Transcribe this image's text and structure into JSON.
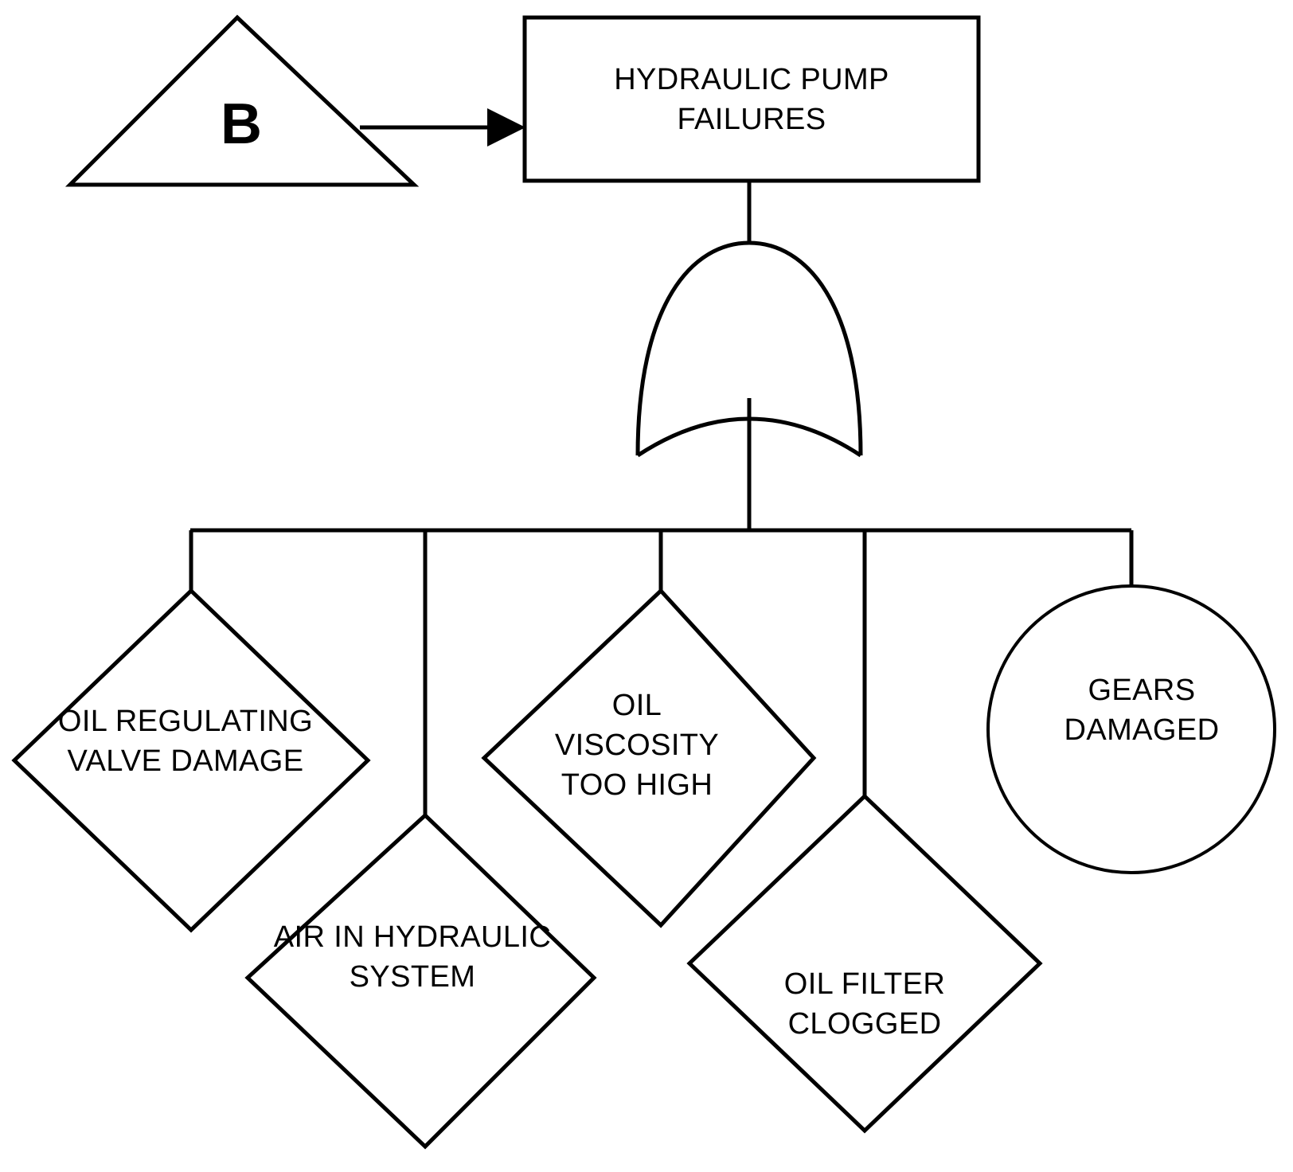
{
  "diagram": {
    "type": "fault-tree",
    "title_event": "HYDRAULIC PUMP FAILURES",
    "transfer_in": {
      "symbol": "transfer-triangle",
      "label": "B"
    },
    "gate": {
      "type": "OR",
      "name": "or-gate"
    },
    "top_event": {
      "shape": "rectangle",
      "line1": "HYDRAULIC PUMP",
      "line2": "FAILURES"
    },
    "events": [
      {
        "id": "oil-regulating-valve-damage",
        "shape": "diamond",
        "symbol_meaning": "undeveloped-event",
        "lines": [
          "OIL REGULATING",
          "VALVE DAMAGE"
        ]
      },
      {
        "id": "air-in-hydraulic-system",
        "shape": "diamond",
        "symbol_meaning": "undeveloped-event",
        "lines": [
          "AIR IN HYDRAULIC",
          "SYSTEM"
        ]
      },
      {
        "id": "oil-viscosity-too-high",
        "shape": "diamond",
        "symbol_meaning": "undeveloped-event",
        "lines": [
          "OIL",
          "VISCOSITY",
          "TOO HIGH"
        ]
      },
      {
        "id": "oil-filter-clogged",
        "shape": "diamond",
        "symbol_meaning": "undeveloped-event",
        "lines": [
          "OIL FILTER",
          "CLOGGED"
        ]
      },
      {
        "id": "gears-damaged",
        "shape": "circle",
        "symbol_meaning": "basic-event",
        "lines": [
          "GEARS",
          "DAMAGED"
        ]
      }
    ],
    "colors": {
      "stroke": "#000000",
      "fill": "#ffffff",
      "text": "#000000"
    }
  }
}
